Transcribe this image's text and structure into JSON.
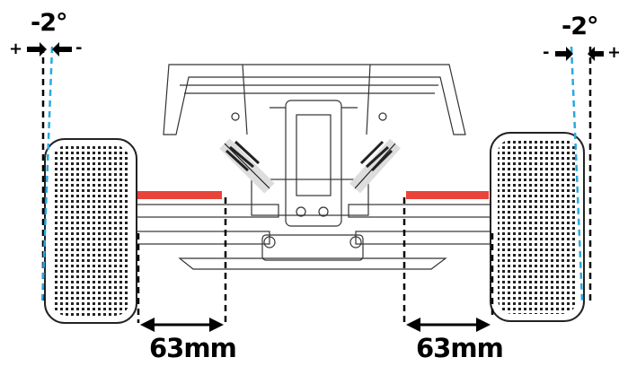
{
  "camber": {
    "left": {
      "value": "-2°",
      "outer_sign": "+",
      "inner_sign": "-"
    },
    "right": {
      "value": "-2°",
      "inner_sign": "-",
      "outer_sign": "+"
    }
  },
  "track": {
    "left_label": "63mm",
    "right_label": "63mm"
  },
  "colors": {
    "line": "#000000",
    "camber_line": "#2aa9e0",
    "tie_rod": "#e8443a"
  }
}
